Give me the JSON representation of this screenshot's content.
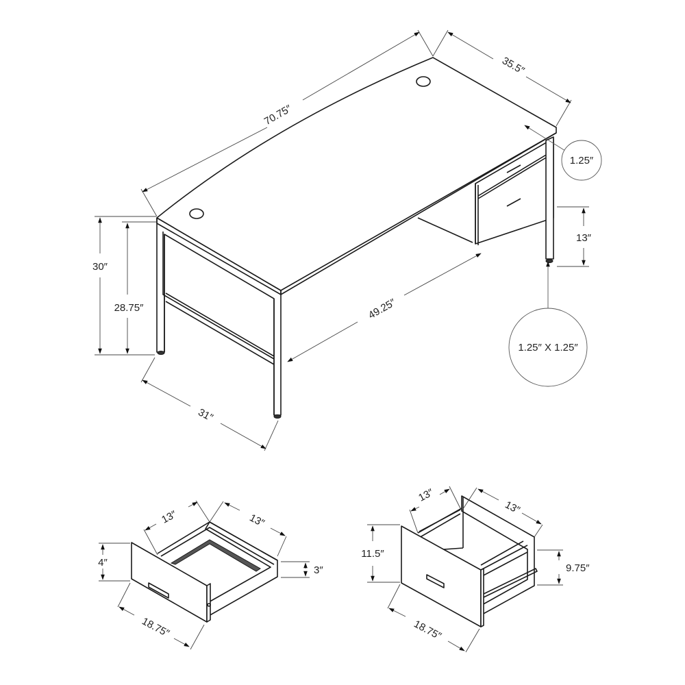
{
  "diagram": {
    "type": "furniture dimension drawing",
    "subject": "executive desk with two drawers",
    "line_color": "#1a1a1a",
    "background": "#ffffff"
  },
  "desk": {
    "dimensions": {
      "length": "70.75″",
      "depth": "35.5″",
      "height_total": "30″",
      "height_under_top": "28.75″",
      "side_width": "31″",
      "knee_space": "49.25″",
      "leg_clearance": "13″"
    },
    "callouts": {
      "top_thickness": "1.25″",
      "leg_profile": "1.25″ X 1.25″"
    }
  },
  "small_drawer": {
    "dimensions": {
      "inner_depth": "13″",
      "inner_width": "13″",
      "front_height": "4″",
      "box_height": "3″",
      "front_width": "18.75″"
    }
  },
  "file_drawer": {
    "dimensions": {
      "inner_depth": "13″",
      "inner_width": "13″",
      "front_height": "11.5″",
      "box_height": "9.75″",
      "front_width": "18.75″"
    }
  }
}
